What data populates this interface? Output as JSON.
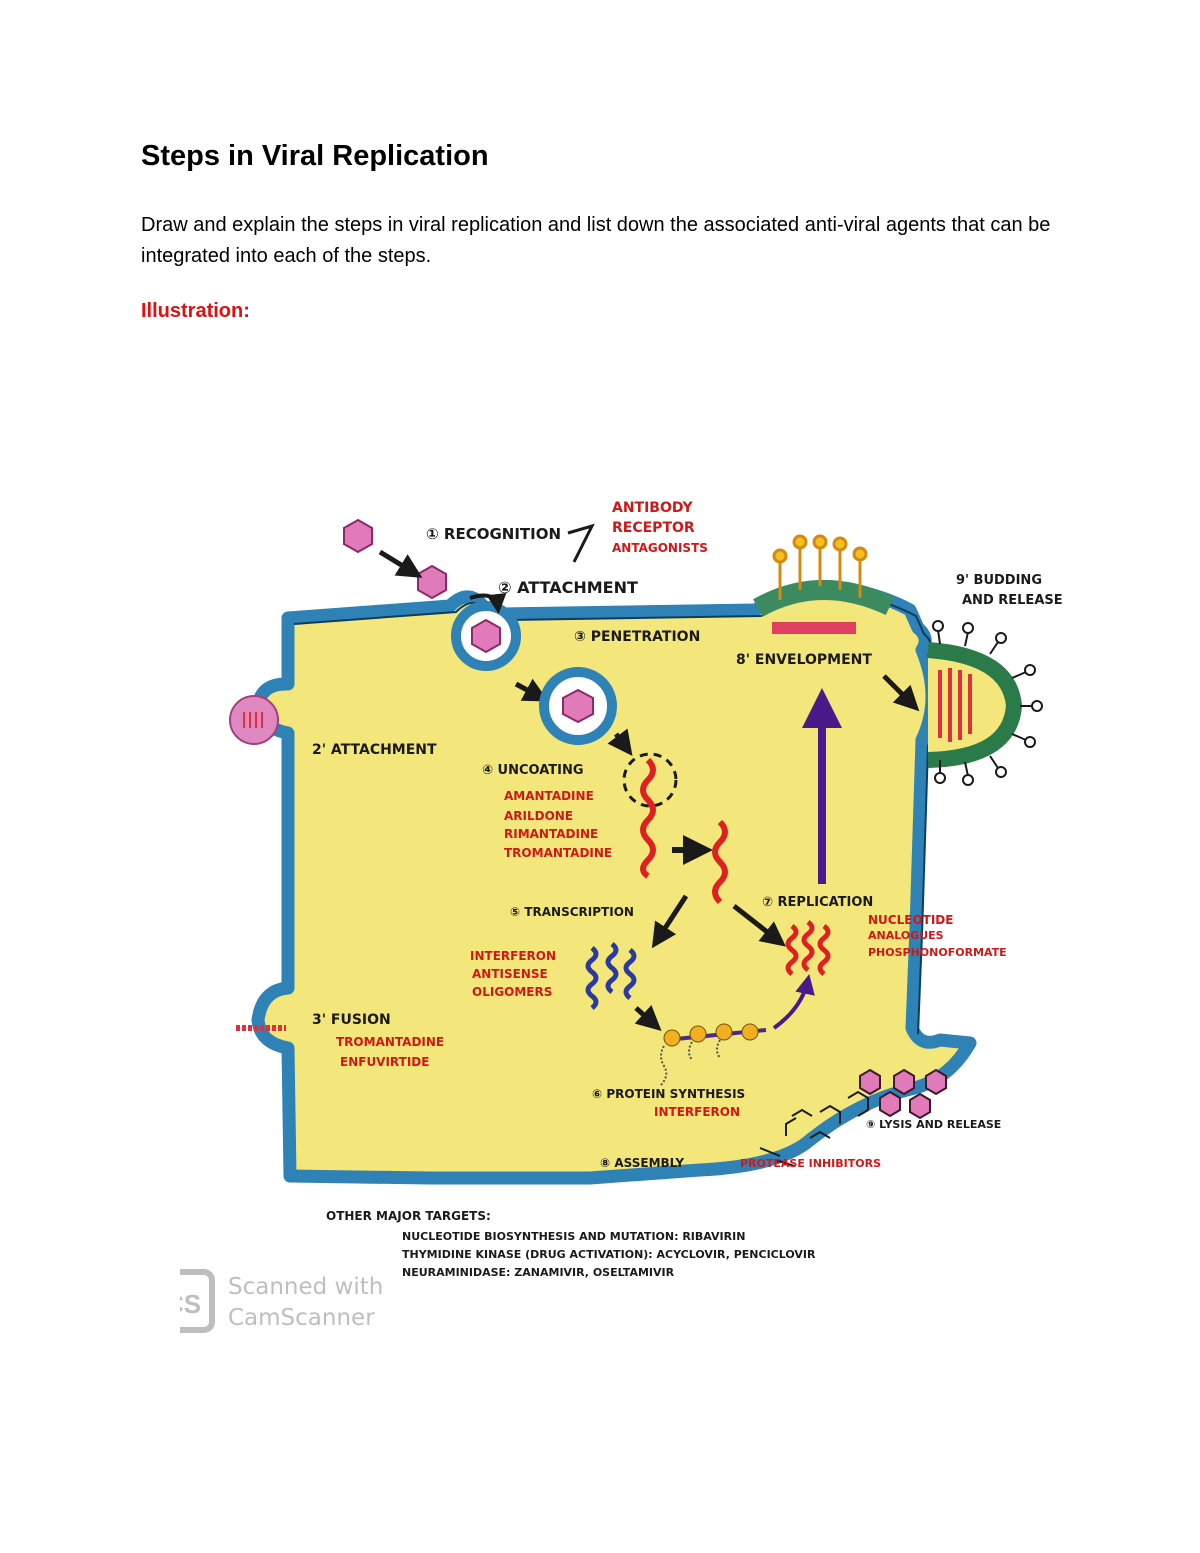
{
  "title": "Steps in Viral Replication",
  "instructions": "Draw and explain the steps in viral replication and list down the associated anti-viral agents that can be integrated into each of the steps.",
  "illustration_label": "Illustration:",
  "diagram": {
    "recognition": "① RECOGNITION",
    "recognition_agents": [
      "ANTIBODY",
      "RECEPTOR",
      "ANTAGONISTS"
    ],
    "attachment": "② ATTACHMENT",
    "penetration": "③ PENETRATION",
    "attachment_alt": "2' ATTACHMENT",
    "uncoating": "④ UNCOATING",
    "uncoating_agents": [
      "AMANTADINE",
      "ARILDONE",
      "RIMANTADINE",
      "TROMANTADINE"
    ],
    "envelopment": "8' ENVELOPMENT",
    "budding": [
      "9' BUDDING",
      "AND RELEASE"
    ],
    "transcription": "⑤ TRANSCRIPTION",
    "transcription_agents": [
      "INTERFERON",
      "ANTISENSE",
      "OLIGOMERS"
    ],
    "replication": "⑦ REPLICATION",
    "replication_agents": [
      "NUCLEOTIDE",
      "ANALOGUES",
      "PHOSPHONOFORMATE"
    ],
    "fusion": "3' FUSION",
    "fusion_agents": [
      "TROMANTADINE",
      "ENFUVIRTIDE"
    ],
    "protein_synthesis": "⑥ PROTEIN SYNTHESIS",
    "protein_synthesis_agent": "INTERFERON",
    "lysis": "⑨ LYSIS AND RELEASE",
    "assembly": "⑧ ASSEMBLY",
    "assembly_agent": "PROTEASE INHIBITORS",
    "other_targets_heading": "OTHER MAJOR TARGETS:",
    "other_targets": [
      "NUCLEOTIDE BIOSYNTHESIS AND MUTATION: RIBAVIRIN",
      "THYMIDINE KINASE (DRUG ACTIVATION): ACYCLOVIR, PENCICLOVIR",
      "NEURAMINIDASE: ZANAMIVIR, OSELTAMIVIR"
    ],
    "watermark_logo": "CS",
    "watermark_text": [
      "Scanned with",
      "CamScanner"
    ]
  },
  "colors": {
    "cytoplasm": "#f3e67a",
    "membrane": "#2f82b5",
    "virus": "#e080b8",
    "rna": "#e02020",
    "arrow": "#1a1a1a",
    "replication_arrow": "#4a1a8a",
    "agent_text": "#d01818",
    "illustration_label": "#e01010"
  }
}
